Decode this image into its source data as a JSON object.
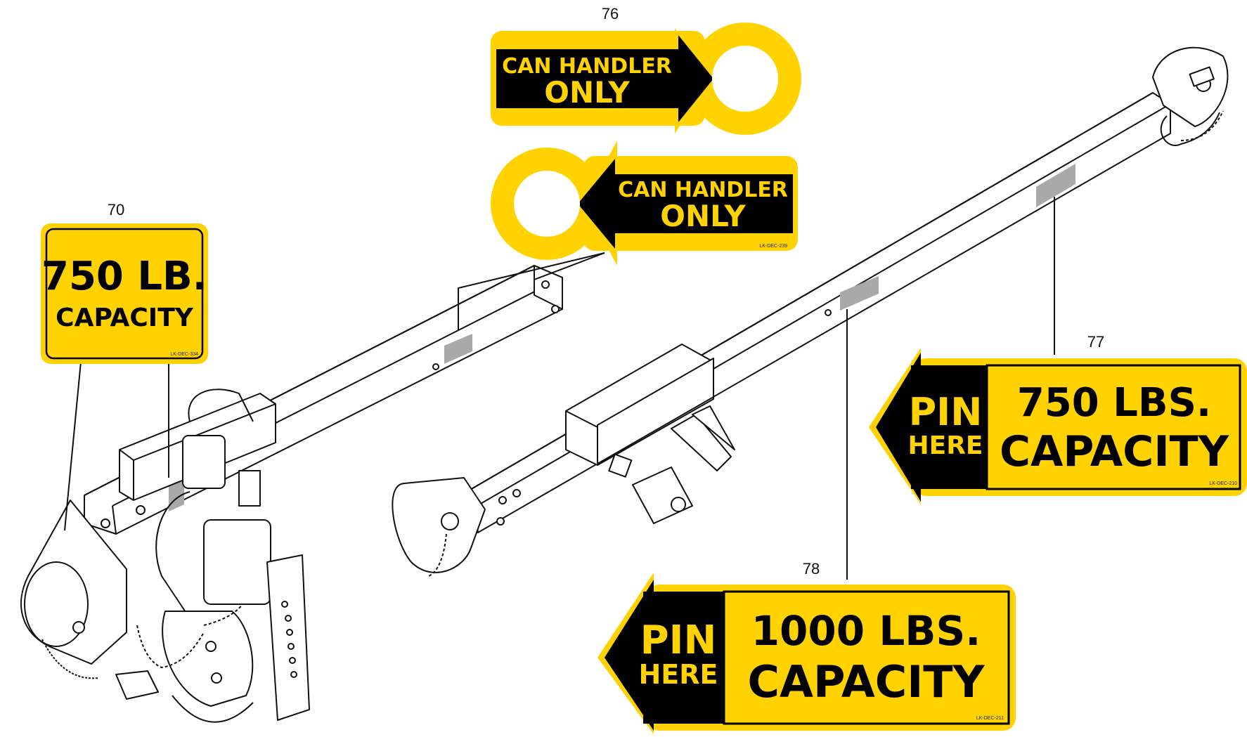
{
  "colors": {
    "decal_yellow": "#FFD200",
    "decal_black": "#000000",
    "label_patch": "#A9A9A9",
    "line": "#111111"
  },
  "callouts": {
    "c70": "70",
    "c76": "76",
    "c77": "77",
    "c78": "78"
  },
  "decals": {
    "d70": {
      "line1": "750 LB.",
      "line2": "CAPACITY",
      "part_no": "LK-DEC-334"
    },
    "d76a": {
      "line1": "CAN HANDLER",
      "line2": "ONLY"
    },
    "d76b": {
      "line1": "CAN HANDLER",
      "line2": "ONLY",
      "part_no": "LK-DEC-239"
    },
    "d77": {
      "pin1": "PIN",
      "pin2": "HERE",
      "cap1": "750 LBS.",
      "cap2": "CAPACITY",
      "part_no": "LK-DEC-210"
    },
    "d78": {
      "pin1": "PIN",
      "pin2": "HERE",
      "cap1": "1000 LBS.",
      "cap2": "CAPACITY",
      "part_no": "LK-DEC-211"
    }
  }
}
